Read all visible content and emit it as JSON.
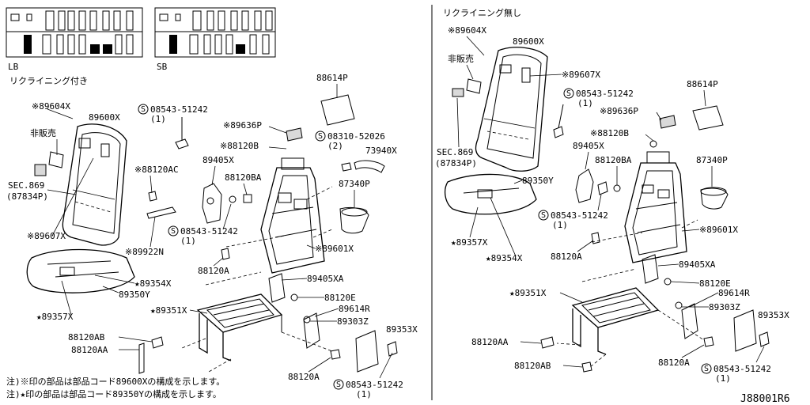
{
  "layout_codes": {
    "left": "LB",
    "right": "SB"
  },
  "left_panel": {
    "title": "リクライニング付き",
    "labels": {
      "p89604x": "※89604X",
      "p89600x": "89600X",
      "not_for_sale": "非販売",
      "sec869_a": "SEC.869",
      "sec869_b": "(87834P)",
      "p89607x": "※89607X",
      "p08543_top_a": "08543-51242",
      "p08543_top_b": "(1)",
      "p89636p": "※89636P",
      "p88120b": "※88120B",
      "p08310_a": "08310-52026",
      "p08310_b": "(2)",
      "p73940x": "73940X",
      "p88614p": "88614P",
      "p88120ac": "※88120AC",
      "p89405x": "89405X",
      "p88120ba": "88120BA",
      "p87340p": "87340P",
      "p89922n": "※89922N",
      "p08543_mid_a": "08543-51242",
      "p08543_mid_b": "(1)",
      "p89601x": "※89601X",
      "p88120a_1": "88120A",
      "p89354x": "★89354X",
      "p89350y": "89350Y",
      "p89357x": "★89357X",
      "p89351x": "★89351X",
      "p89405xa": "89405XA",
      "p88120e": "88120E",
      "p89614r": "89614R",
      "p89303z": "89303Z",
      "p89353x": "89353X",
      "p88120ab": "88120AB",
      "p88120aa": "88120AA",
      "p88120a_2": "88120A",
      "p08543_bot_a": "08543-51242",
      "p08543_bot_b": "(1)"
    }
  },
  "right_panel": {
    "title": "リクライニング無し",
    "labels": {
      "p89604x": "※89604X",
      "p89600x": "89600X",
      "not_for_sale": "非販売",
      "p89607x": "※89607X",
      "p08543_top_a": "08543-51242",
      "p08543_top_b": "(1)",
      "p88614p": "88614P",
      "p89636p": "※89636P",
      "p88120b": "※88120B",
      "sec869_a": "SEC.869",
      "sec869_b": "(87834P)",
      "p89405x": "89405X",
      "p88120ba": "88120BA",
      "p87340p": "87340P",
      "p89350y": "89350Y",
      "p08543_mid_a": "08543-51242",
      "p08543_mid_b": "(1)",
      "p89601x": "※89601X",
      "p89357x": "★89357X",
      "p88120a_1": "88120A",
      "p89354x": "★89354X",
      "p89405xa": "89405XA",
      "p88120e": "88120E",
      "p89351x": "★89351X",
      "p89614r": "89614R",
      "p89303z": "89303Z",
      "p89353x": "89353X",
      "p88120aa": "88120AA",
      "p88120a_2": "88120A",
      "p88120ab": "88120AB",
      "p08543_bot_a": "08543-51242",
      "p08543_bot_b": "(1)"
    }
  },
  "notes": {
    "line1": "注)※印の部品は部品コード89600Xの構成を示します。",
    "line2": "注)★印の部品は部品コード89350Yの構成を示します。"
  },
  "diagram_code": "J88001R6"
}
